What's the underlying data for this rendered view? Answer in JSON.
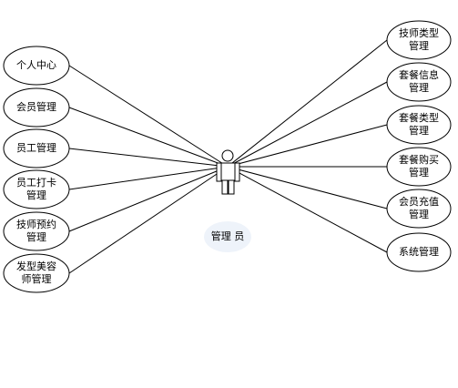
{
  "diagram": {
    "actor": {
      "label": "管理 员",
      "icon": "stick-figure-person-icon"
    },
    "left_use_cases": [
      {
        "lines": [
          "个人中心"
        ]
      },
      {
        "lines": [
          "会员管理"
        ]
      },
      {
        "lines": [
          "员工管理"
        ]
      },
      {
        "lines": [
          "员工打卡",
          "管理"
        ]
      },
      {
        "lines": [
          "技师预约",
          "管理"
        ]
      },
      {
        "lines": [
          "发型美容",
          "师管理"
        ]
      }
    ],
    "right_use_cases": [
      {
        "lines": [
          "技师类型",
          "管理"
        ]
      },
      {
        "lines": [
          "套餐信息",
          "管理"
        ]
      },
      {
        "lines": [
          "套餐类型",
          "管理"
        ]
      },
      {
        "lines": [
          "套餐购买",
          "管理"
        ]
      },
      {
        "lines": [
          "会员充值",
          "管理"
        ]
      },
      {
        "lines": [
          "系统管理"
        ]
      }
    ],
    "colors": {
      "stroke": "#000000",
      "fill": "#ffffff",
      "actor_label_glow": "#e6eef8"
    }
  }
}
